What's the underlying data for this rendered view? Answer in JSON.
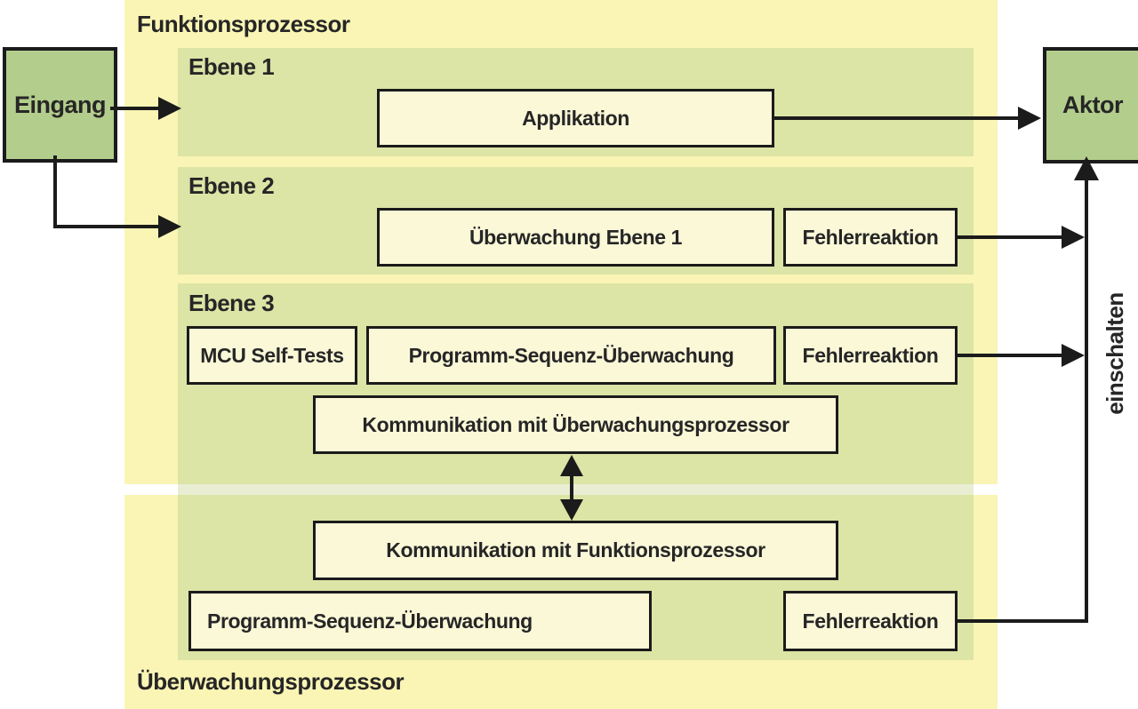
{
  "diagram": {
    "title_top": "Funktionsprozessor",
    "title_bottom": "Überwachungsprozessor",
    "external": {
      "input": "Eingang",
      "actor": "Aktor"
    },
    "rotated_label": "einschalten",
    "levels": [
      {
        "label": "Ebene 1"
      },
      {
        "label": "Ebene 2"
      },
      {
        "label": "Ebene 3"
      }
    ],
    "boxes": {
      "applikation": "Applikation",
      "ueberwachung_ebene1": "Überwachung Ebene 1",
      "fehlerreaktion_e2": "Fehlerreaktion",
      "mcu_self_tests": "MCU Self-Tests",
      "prog_seq_e3": "Programm-Sequenz-Überwachung",
      "fehlerreaktion_e3": "Fehlerreaktion",
      "komm_ueberwachung": "Kommunikation mit Überwachungsprozessor",
      "komm_funktion": "Kommunikation mit Funktionsprozessor",
      "prog_seq_up": "Programm-Sequenz-Überwachung",
      "fehlerreaktion_up": "Fehlerreaktion"
    },
    "colors": {
      "section_yellow": "#faf5b5",
      "panel_green": "#dce4a6",
      "node_green": "#b3cd8c",
      "box_cream": "#fbf8d8",
      "border_dark": "#1b1b1b"
    }
  }
}
